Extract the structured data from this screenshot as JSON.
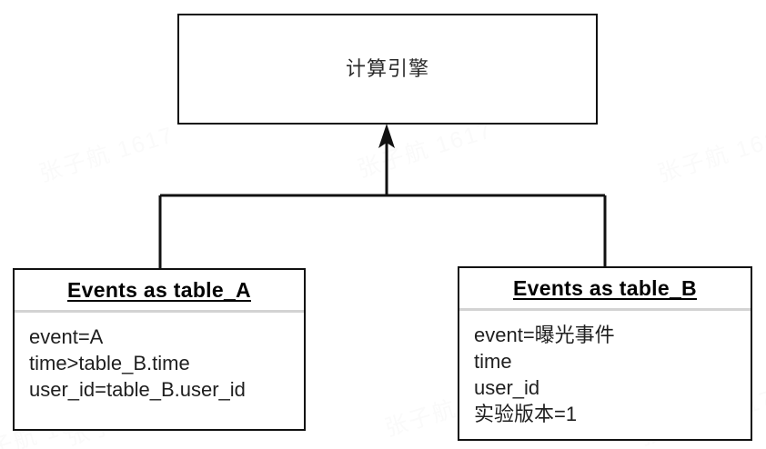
{
  "diagram": {
    "title_node": {
      "label": "计算引擎"
    },
    "entities": [
      {
        "id": "table_a",
        "header": "Events as table_A",
        "fields": [
          "event=A",
          "time>table_B.time",
          "user_id=table_B.user_id"
        ]
      },
      {
        "id": "table_b",
        "header": "Events as table_B",
        "fields": [
          "event=曝光事件",
          "time",
          "user_id",
          "实验版本=1"
        ]
      }
    ],
    "connector": {
      "arrow_direction": "up",
      "style": "solid",
      "color": "#111111"
    },
    "watermark": {
      "text": "张子航 1617",
      "color": "#fafafa"
    },
    "colors": {
      "background": "#ffffff",
      "border": "#111111",
      "divider": "#d3d3d3",
      "text": "#1f1f1f"
    }
  }
}
